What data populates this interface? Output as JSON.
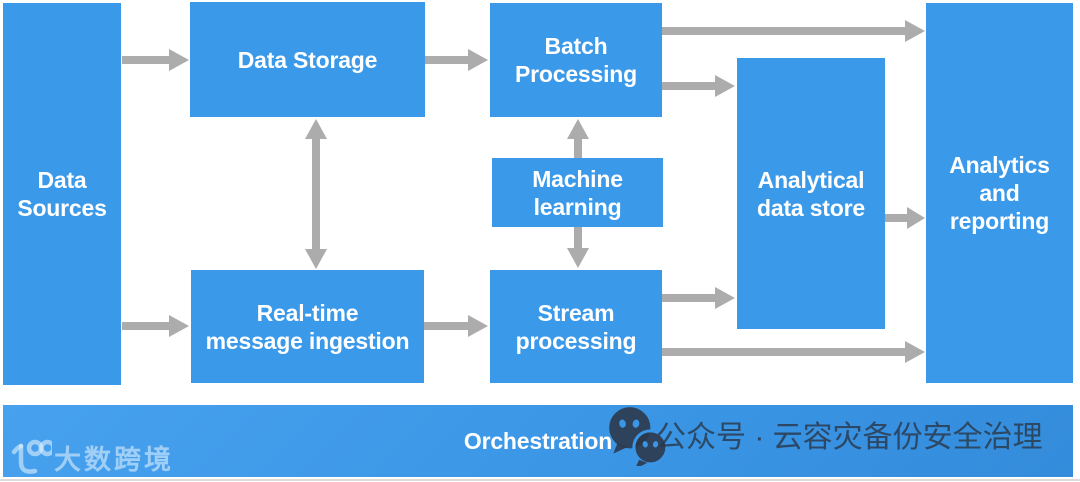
{
  "diagram": {
    "nodes": [
      {
        "id": "data-sources",
        "label": "Data Sources",
        "lines": [
          "Data",
          "Sources"
        ]
      },
      {
        "id": "data-storage",
        "label": "Data Storage",
        "lines": [
          "Data Storage"
        ]
      },
      {
        "id": "batch-processing",
        "label": "Batch Processing",
        "lines": [
          "Batch",
          "Processing"
        ]
      },
      {
        "id": "machine-learning",
        "label": "Machine learning",
        "lines": [
          "Machine",
          "learning"
        ]
      },
      {
        "id": "realtime-ingestion",
        "label": "Real-time message ingestion",
        "lines": [
          "Real-time",
          "message ingestion"
        ]
      },
      {
        "id": "stream-processing",
        "label": "Stream processing",
        "lines": [
          "Stream",
          "processing"
        ]
      },
      {
        "id": "analytical-data-store",
        "label": "Analytical data store",
        "lines": [
          "Analytical",
          "data store"
        ]
      },
      {
        "id": "analytics-reporting",
        "label": "Analytics and reporting",
        "lines": [
          "Analytics",
          "and",
          "reporting"
        ]
      },
      {
        "id": "orchestration",
        "label": "Orchestration",
        "lines": [
          "Orchestration"
        ]
      }
    ],
    "connections": [
      {
        "from": "Data Sources",
        "to": "Data Storage",
        "bidirectional": false
      },
      {
        "from": "Data Sources",
        "to": "Real-time message ingestion",
        "bidirectional": false
      },
      {
        "from": "Data Storage",
        "to": "Batch Processing",
        "bidirectional": false
      },
      {
        "from": "Data Storage",
        "to": "Real-time message ingestion",
        "bidirectional": true
      },
      {
        "from": "Machine learning",
        "to": "Batch Processing",
        "bidirectional": false
      },
      {
        "from": "Machine learning",
        "to": "Stream processing",
        "bidirectional": false
      },
      {
        "from": "Real-time message ingestion",
        "to": "Stream processing",
        "bidirectional": false
      },
      {
        "from": "Batch Processing",
        "to": "Analytics and reporting",
        "bidirectional": false
      },
      {
        "from": "Batch Processing",
        "to": "Analytical data store",
        "bidirectional": false
      },
      {
        "from": "Stream processing",
        "to": "Analytical data store",
        "bidirectional": false
      },
      {
        "from": "Stream processing",
        "to": "Analytics and reporting",
        "bidirectional": false
      },
      {
        "from": "Analytical data store",
        "to": "Analytics and reporting",
        "bidirectional": false
      }
    ]
  },
  "watermarks": {
    "wechat_icon": "wechat-icon",
    "wechat_label": "公众号 · 云容灾备份安全治理",
    "logo_icon": "100-curve-logo-icon",
    "logo_label": "大数跨境"
  },
  "colors": {
    "box_blue": "#3B99EA",
    "bar_blue": "#3B96E6",
    "arrow_gray": "#ACACAC",
    "box_text": "#FFFFFF",
    "wechat_watermark_text": "#2A384A",
    "logo_watermark_text": "#EBF6FF"
  }
}
